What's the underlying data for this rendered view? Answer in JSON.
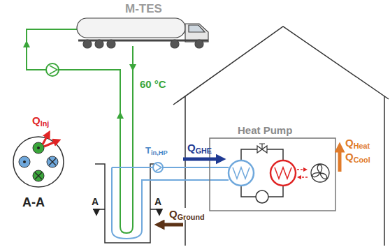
{
  "diagram": {
    "nodes": [
      {
        "text": [
          "M-TES"
        ]
      },
      {
        "text": [
          "Heat Pump"
        ]
      }
    ],
    "labels": [
      "60 °C",
      "Tin,HP",
      "QGHE",
      "QHeat",
      "QCool",
      "QGround",
      "QInj",
      "A-A",
      "A",
      "A"
    ]
  }
}
